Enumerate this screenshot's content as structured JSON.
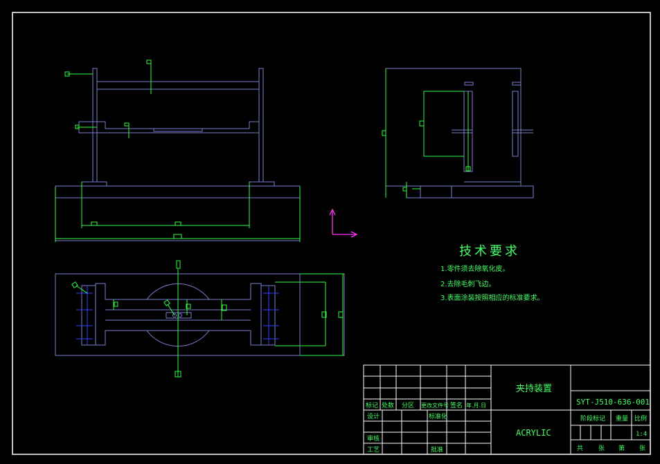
{
  "tech_requirements": {
    "title": "技术要求",
    "items": [
      "1.零件须去除氧化皮。",
      "2.去除毛刺飞边。",
      "3.表面涂装按照相应的标准要求。"
    ]
  },
  "title_block": {
    "part_name": "夹持装置",
    "drawing_number": "SYT-J510-636-001",
    "material": "ACRYLIC",
    "scale": "1:4",
    "revision_header": {
      "mark": "标记",
      "count": "处数",
      "zone": "分区",
      "change_doc": "更改文件号",
      "signature": "签名",
      "date": "年.月.日"
    },
    "roles": {
      "design": "设计",
      "standardization": "标准化",
      "review": "审核",
      "process": "工艺",
      "approve": "批准"
    },
    "stage_mark": "阶段标记",
    "weight": "重量",
    "scale_label": "比例",
    "sheet_total": "共",
    "sheet_unit1": "张",
    "sheet_no": "第",
    "sheet_unit2": "张"
  },
  "colors": {
    "background": "#000000",
    "part_lines": "#7a7fd0",
    "dimension_lines": "#33ff44",
    "border": "#ffffff",
    "ucs_icon": "#ff33ff",
    "text": "#44ff66"
  }
}
